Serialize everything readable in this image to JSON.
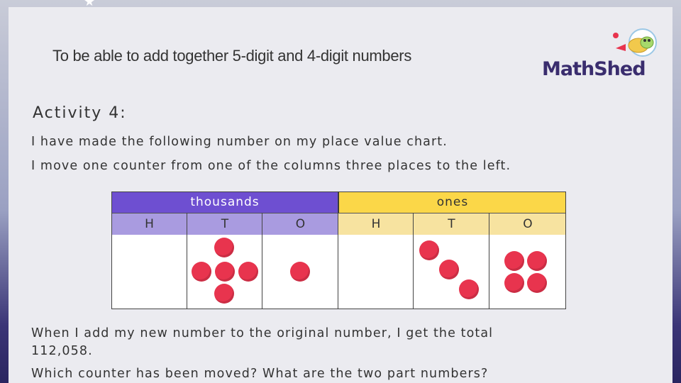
{
  "objective": "To be able to add together 5-digit and 4-digit numbers",
  "logo": {
    "text": "MathShed",
    "icon": "rocket-mascot-icon"
  },
  "activity": {
    "heading": "Activity 4:",
    "line1": "I have made the following number on my place value chart.",
    "line2": "I move one counter from one of the columns three places to the left.",
    "line3": "When I add my new number to the original number, I get the total",
    "line4": "112,058.",
    "line5": "Which counter has been moved? What are the two part numbers?"
  },
  "place_value_chart": {
    "groups": [
      {
        "label": "thousands",
        "color": "#6e4fd1"
      },
      {
        "label": "ones",
        "color": "#fbd748"
      }
    ],
    "columns": [
      {
        "label": "H",
        "group": "thousands",
        "counters": 0
      },
      {
        "label": "T",
        "group": "thousands",
        "counters": 5
      },
      {
        "label": "O",
        "group": "thousands",
        "counters": 1
      },
      {
        "label": "H",
        "group": "ones",
        "counters": 0
      },
      {
        "label": "T",
        "group": "ones",
        "counters": 3
      },
      {
        "label": "O",
        "group": "ones",
        "counters": 4
      }
    ],
    "counter_color": "#e8344e"
  }
}
